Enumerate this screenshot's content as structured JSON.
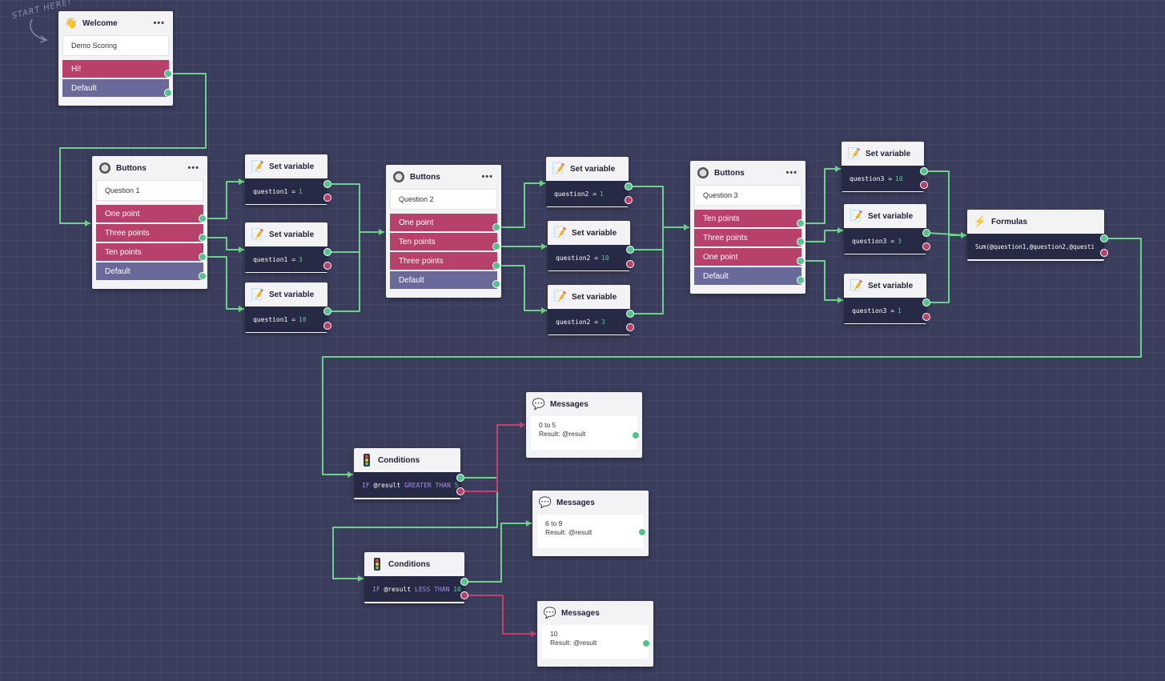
{
  "start_hint": "START HERE!",
  "nodes": {
    "welcome": {
      "title": "Welcome",
      "icon": "wave-hand-icon",
      "text": "Demo Scoring",
      "buttons": [
        "Hi!",
        "Default"
      ]
    },
    "buttons1": {
      "title": "Buttons",
      "icon": "button-icon",
      "text": "Question 1",
      "buttons": [
        "One point",
        "Three points",
        "Ten points",
        "Default"
      ]
    },
    "setvar1a": {
      "title": "Set variable",
      "icon": "notepad-icon",
      "var": "question1",
      "op": "=",
      "value": "1"
    },
    "setvar1b": {
      "title": "Set variable",
      "icon": "notepad-icon",
      "var": "question1",
      "op": "=",
      "value": "3"
    },
    "setvar1c": {
      "title": "Set variable",
      "icon": "notepad-icon",
      "var": "question1",
      "op": "=",
      "value": "10"
    },
    "buttons2": {
      "title": "Buttons",
      "icon": "button-icon",
      "text": "Question 2",
      "buttons": [
        "One point",
        "Ten points",
        "Three points",
        "Default"
      ]
    },
    "setvar2a": {
      "title": "Set variable",
      "icon": "notepad-icon",
      "var": "question2",
      "op": "=",
      "value": "1"
    },
    "setvar2b": {
      "title": "Set variable",
      "icon": "notepad-icon",
      "var": "question2",
      "op": "=",
      "value": "10"
    },
    "setvar2c": {
      "title": "Set variable",
      "icon": "notepad-icon",
      "var": "question2",
      "op": "=",
      "value": "3"
    },
    "buttons3": {
      "title": "Buttons",
      "icon": "button-icon",
      "text": "Question 3",
      "buttons": [
        "Ten points",
        "Three points",
        "One point",
        "Default"
      ]
    },
    "setvar3a": {
      "title": "Set variable",
      "icon": "notepad-icon",
      "var": "question3",
      "op": "=",
      "value": "10"
    },
    "setvar3b": {
      "title": "Set variable",
      "icon": "notepad-icon",
      "var": "question3",
      "op": "=",
      "value": "3"
    },
    "setvar3c": {
      "title": "Set variable",
      "icon": "notepad-icon",
      "var": "question3",
      "op": "=",
      "value": "1"
    },
    "formulas": {
      "title": "Formulas",
      "icon": "lightning-icon",
      "formula": "Sum(@question1,@question2,@questi"
    },
    "cond1": {
      "title": "Conditions",
      "icon": "traffic-light-icon",
      "if": "IF",
      "var": "@result",
      "op": "GREATER THAN",
      "value": "5"
    },
    "cond2": {
      "title": "Conditions",
      "icon": "traffic-light-icon",
      "if": "IF",
      "var": "@result",
      "op": "LESS THAN",
      "value": "10"
    },
    "msg1": {
      "title": "Messages",
      "icon": "speech-bubble-icon",
      "line1": "0 to 5",
      "line2": "Result:  @result"
    },
    "msg2": {
      "title": "Messages",
      "icon": "speech-bubble-icon",
      "line1": "6 to 9",
      "line2": "Result:  @result"
    },
    "msg3": {
      "title": "Messages",
      "icon": "speech-bubble-icon",
      "line1": "10",
      "line2": "Result:  @result"
    }
  },
  "colors": {
    "canvas": "#3a3d5c",
    "wire_green": "#6fd08c",
    "wire_red": "#c2426e",
    "button_pink": "#b8416b",
    "button_default": "#6a6a9a",
    "node_dark": "#272a44"
  }
}
